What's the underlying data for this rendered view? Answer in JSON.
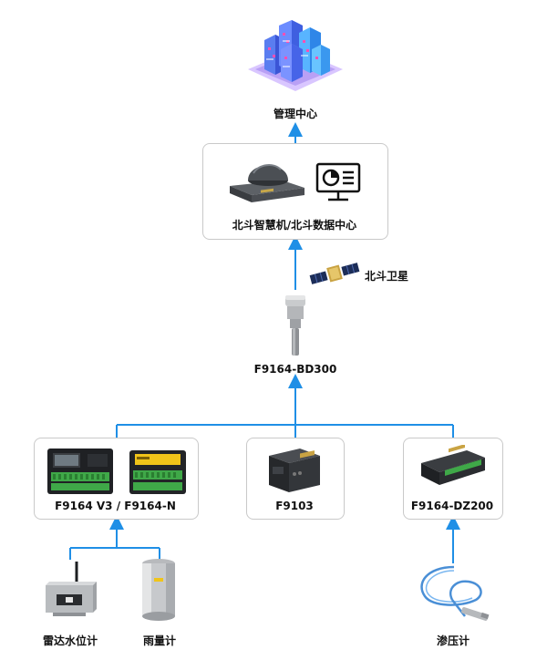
{
  "diagram": {
    "management_center": "管理中心",
    "beidou_center": "北斗智慧机/北斗数据中心",
    "beidou_satellite": "北斗卫星",
    "bd300": "F9164-BD300",
    "f9164_v3": "F9164 V3 / F9164-N",
    "f9103": "F9103",
    "dz200": "F9164-DZ200",
    "radar_gauge": "雷达水位计",
    "rain_gauge": "雨量计",
    "piezometer": "渗压计"
  },
  "colors": {
    "connector": "#1f8fe6",
    "box_border": "#c9c9c9"
  },
  "icons": {
    "city": "isometric-city-icon",
    "beidou_terminal": "beidou-terminal-device-icon",
    "monitor": "monitor-with-chart-icon",
    "satellite": "satellite-icon",
    "antenna": "bd300-antenna-icon",
    "rtu_v3": "f9164-v3-rtu-icon",
    "rtu_n": "f9164-n-rtu-icon",
    "f9103": "f9103-device-icon",
    "dz200": "dz200-device-icon",
    "radar": "radar-water-level-gauge-icon",
    "rain": "rain-gauge-icon",
    "piezometer": "piezometer-sensor-icon"
  }
}
